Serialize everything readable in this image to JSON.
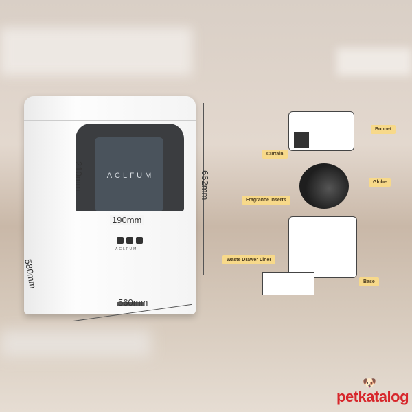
{
  "product": {
    "brand": "ACLΓUM",
    "brand_small": "ACLΓUM"
  },
  "dimensions": {
    "curtain_height": "210mm",
    "curtain_width": "190mm",
    "height": "662mm",
    "depth": "580mm",
    "width": "560mm"
  },
  "parts": {
    "bonnet": "Bonnet",
    "curtain": "Curtain",
    "globe": "Globe",
    "fragrance": "Fragrance Inserts",
    "drawer": "Waste Drawer Liner",
    "base": "Base"
  },
  "watermark": {
    "logo": "petkatalog",
    "color": "#d7262b"
  }
}
